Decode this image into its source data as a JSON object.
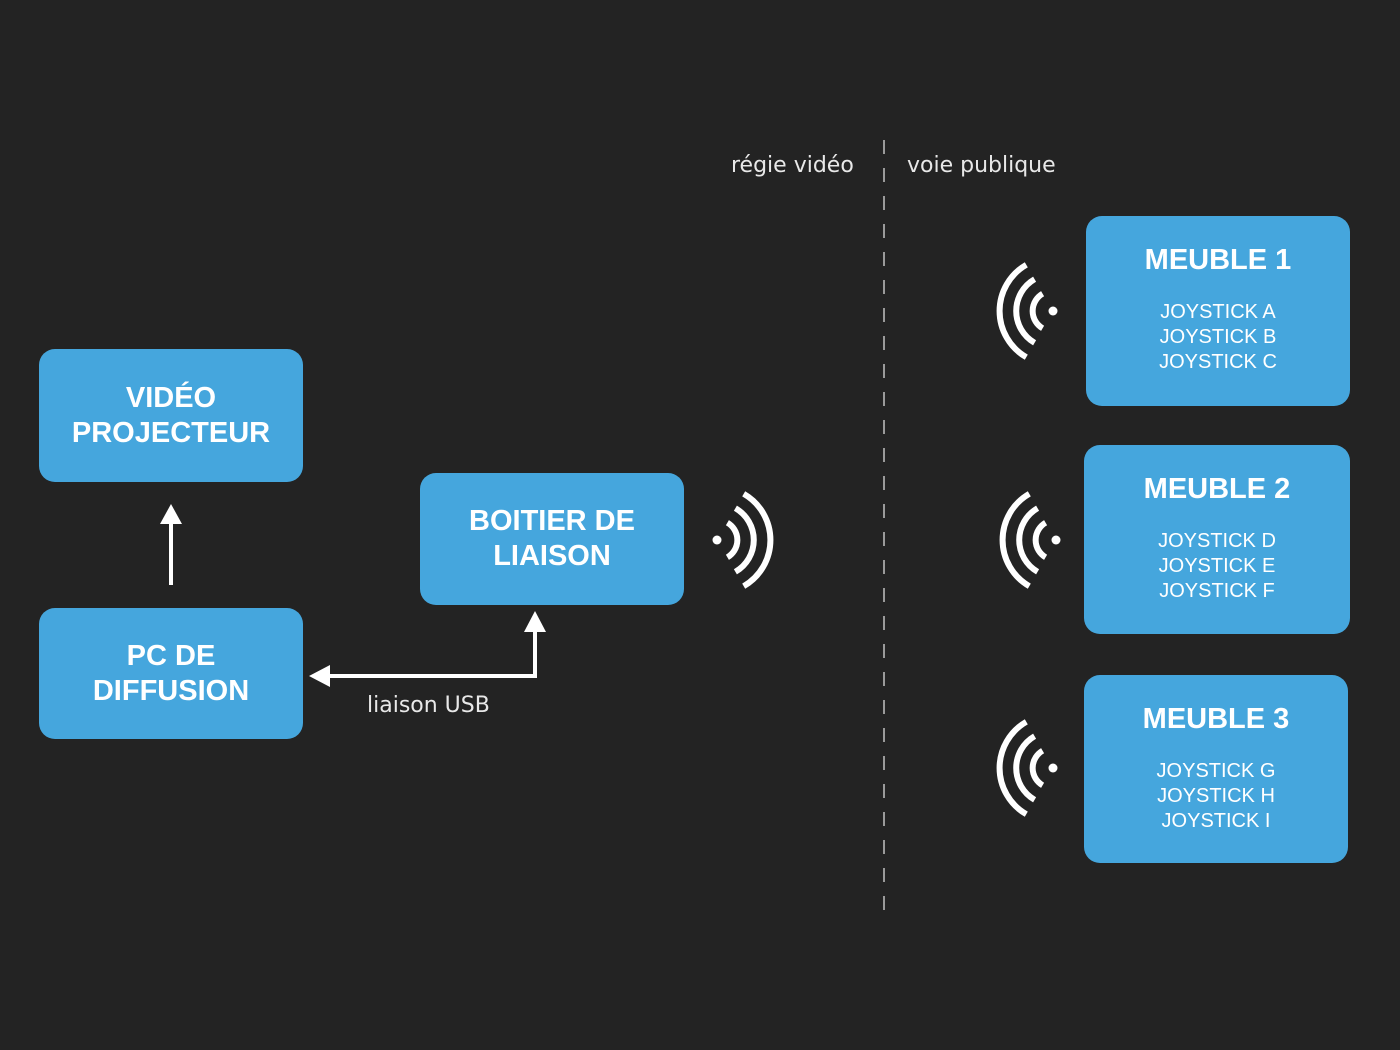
{
  "zones": {
    "left_label": "régie vidéo",
    "right_label": "voie publique"
  },
  "nodes": {
    "video_projecteur": {
      "line1": "VIDÉO",
      "line2": "PROJECTEUR"
    },
    "pc_diffusion": {
      "line1": "PC DE",
      "line2": "DIFFUSION"
    },
    "boitier_liaison": {
      "line1": "BOITIER DE",
      "line2": "LIAISON"
    }
  },
  "edges": {
    "usb_label": "liaison USB"
  },
  "meubles": [
    {
      "title": "MEUBLE 1",
      "joysticks": [
        "JOYSTICK A",
        "JOYSTICK B",
        "JOYSTICK C"
      ]
    },
    {
      "title": "MEUBLE 2",
      "joysticks": [
        "JOYSTICK D",
        "JOYSTICK E",
        "JOYSTICK F"
      ]
    },
    {
      "title": "MEUBLE 3",
      "joysticks": [
        "JOYSTICK G",
        "JOYSTICK H",
        "JOYSTICK I"
      ]
    }
  ],
  "colors": {
    "background": "#232323",
    "box": "#45a6dd",
    "text": "#ffffff",
    "divider": "#9a9a9a"
  }
}
